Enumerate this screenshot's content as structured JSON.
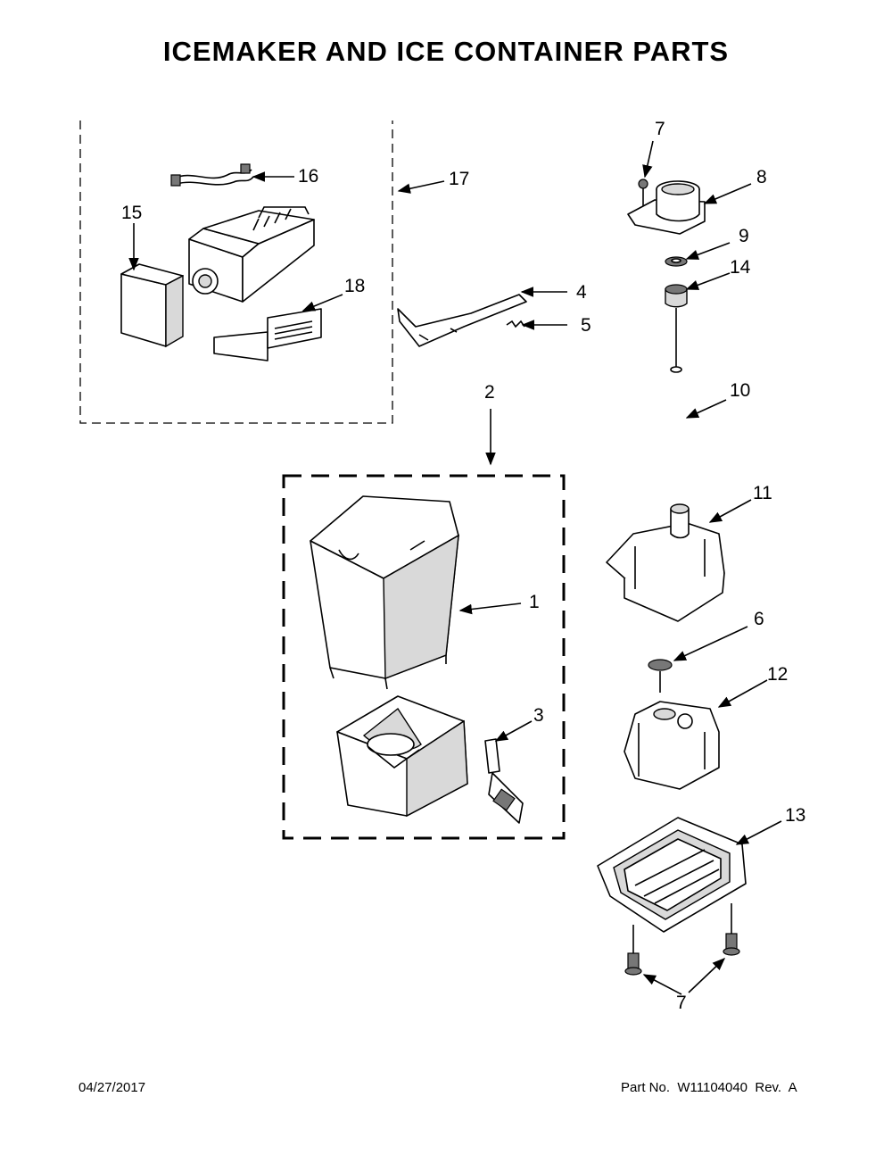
{
  "title": "ICEMAKER AND ICE CONTAINER PARTS",
  "callouts": [
    "16",
    "17",
    "15",
    "18",
    "4",
    "5",
    "7",
    "8",
    "9",
    "14",
    "10",
    "2",
    "11",
    "1",
    "6",
    "12",
    "3",
    "13",
    "7"
  ],
  "footer": {
    "date": "04/27/2017",
    "part_no": "Part No.  W11104040  Rev.  A"
  }
}
